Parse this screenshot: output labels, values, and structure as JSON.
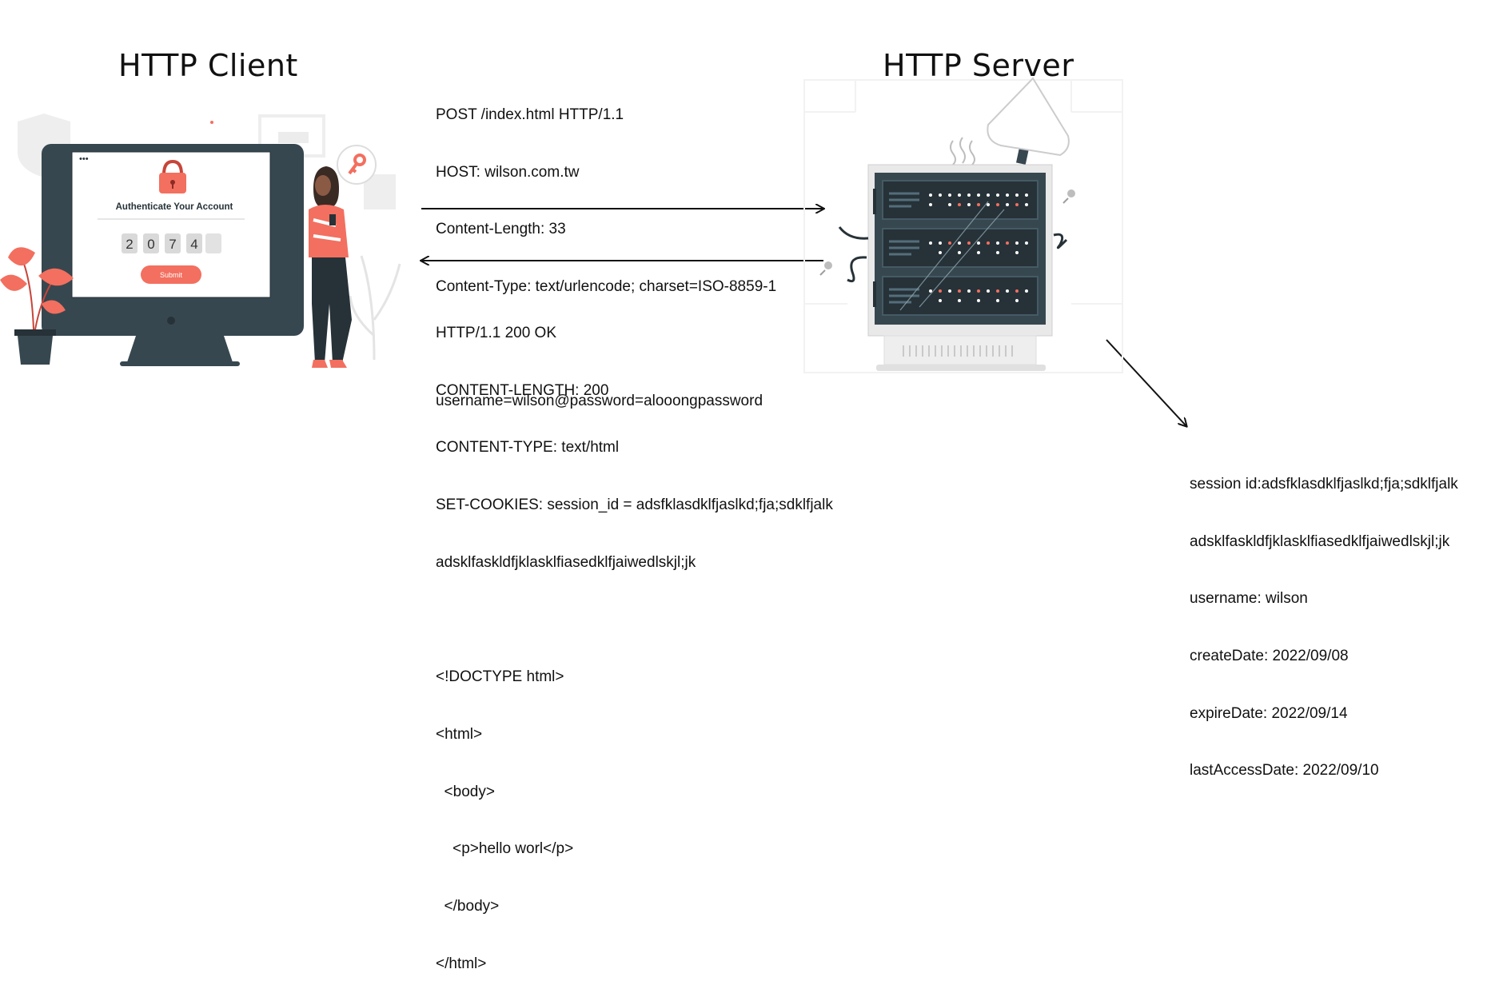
{
  "client": {
    "title": "HTTP Client",
    "screen": {
      "dots": "•••",
      "heading": "Authenticate Your Account",
      "code_digits": [
        "2",
        "0",
        "7",
        "4",
        ""
      ],
      "submit_label": "Submit"
    }
  },
  "server": {
    "title": "HTTP Server"
  },
  "request": {
    "lines": [
      "POST /index.html HTTP/1.1",
      "HOST: wilson.com.tw",
      "Content-Length: 33",
      "Content-Type: text/urlencode; charset=ISO-8859-1",
      "",
      "username=wilson@password=alooongpassword"
    ]
  },
  "response": {
    "lines": [
      "HTTP/1.1 200 OK",
      "CONTENT-LENGTH: 200",
      "CONTENT-TYPE: text/html",
      "SET-COOKIES: session_id = adsfklasdklfjaslkd;fja;sdklfjalk",
      "adsklfaskldfjklasklfiasedklfjaiwedlskjl;jk",
      "",
      "<!DOCTYPE html>",
      "<html>",
      "  <body>",
      "    <p>hello worl</p>",
      "  </body>",
      "</html>"
    ]
  },
  "session": {
    "lines": [
      "session id:adsfklasdklfjaslkd;fja;sdklfjalk",
      "adsklfaskldfjklasklfiasedklfjaiwedlskjl;jk",
      "username: wilson",
      "createDate: 2022/09/08",
      "expireDate: 2022/09/14",
      "lastAccessDate: 2022/09/10"
    ]
  },
  "colors": {
    "accent": "#f36f5f",
    "dark": "#37474f",
    "text": "#111111"
  }
}
